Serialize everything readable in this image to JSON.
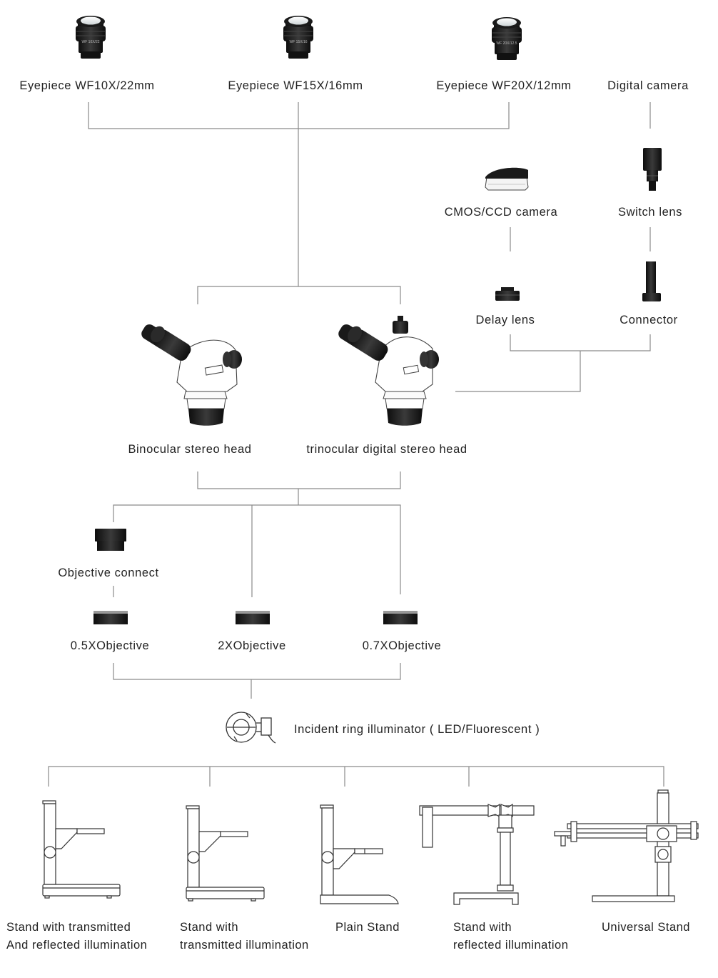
{
  "eyepieces": [
    {
      "label": "Eyepiece WF10X/22mm",
      "engraving": "WF 10X/22"
    },
    {
      "label": "Eyepiece WF15X/16mm",
      "engraving": "WF 15X/16"
    },
    {
      "label": "Eyepiece WF20X/12mm",
      "engraving": "WF 20X/12.5"
    }
  ],
  "camera_branch": {
    "digital_camera": "Digital camera",
    "cmos_ccd_camera": "CMOS/CCD camera",
    "switch_lens": "Switch lens",
    "delay_lens": "Delay lens",
    "connector": "Connector"
  },
  "heads": {
    "binocular": "Binocular stereo head",
    "trinocular": "trinocular digital stereo head"
  },
  "objectives": {
    "objective_connect": "Objective connect",
    "half": "0.5XObjective",
    "double": "2XObjective",
    "point_seven": "0.7XObjective"
  },
  "illuminator": "Incident ring illuminator ( LED/Fluorescent )",
  "stands": [
    {
      "line1": "Stand with transmitted",
      "line2": "And reflected illumination"
    },
    {
      "line1": "Stand with",
      "line2": "transmitted illumination"
    },
    {
      "line1": "Plain Stand",
      "line2": ""
    },
    {
      "line1": "Stand with",
      "line2": "reflected illumination"
    },
    {
      "line1": "Universal Stand",
      "line2": ""
    }
  ],
  "colors": {
    "line": "#8a8a8a",
    "device_dark": "#1a1a1a",
    "outline": "#444444"
  }
}
